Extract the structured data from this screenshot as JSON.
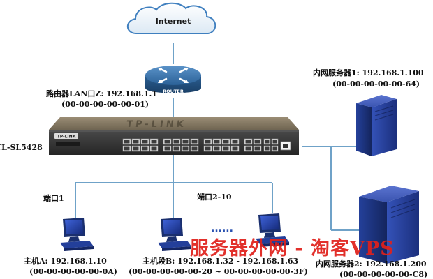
{
  "internet": {
    "label": "Internet"
  },
  "router": {
    "badge": "ROUTER",
    "lan_label": "路由器LAN口Z: 192.168.1.1",
    "mac": "(00-00-00-00-00-01)"
  },
  "switch": {
    "model_label": "TL-SL5428",
    "brand_face": "TP-LINK",
    "brand_badge": "TP-LINK"
  },
  "servers": [
    {
      "label": "内网服务器1: 192.168.1.100",
      "mac": "(00-00-00-00-00-64)"
    },
    {
      "label": "内网服务器2: 192.168.1.200",
      "mac": "(00-00-00-00-00-C8)"
    }
  ],
  "ports": {
    "port1": "端口1",
    "port2_10": "端口2-10"
  },
  "hosts": {
    "host_a": {
      "label": "主机A:  192.168.1.10",
      "mac": "(00-00-00-00-00-0A)"
    },
    "segment_b": {
      "label": "主机段B: 192.168.1.32 - 192.168.1.63",
      "mac": "(00-00-00-00-00-20 ~ 00-00-00-00-00-3F)"
    },
    "ellipsis": "......"
  },
  "watermark": "服务器外网 - 淘客VPS",
  "colors": {
    "line": "#6fa2c8",
    "router_body": "#2f6aa3",
    "switch_body": "#3a3a3a",
    "computer": "#1f3f9f",
    "server": "#1e3fa6",
    "watermark": "#e0211c"
  }
}
